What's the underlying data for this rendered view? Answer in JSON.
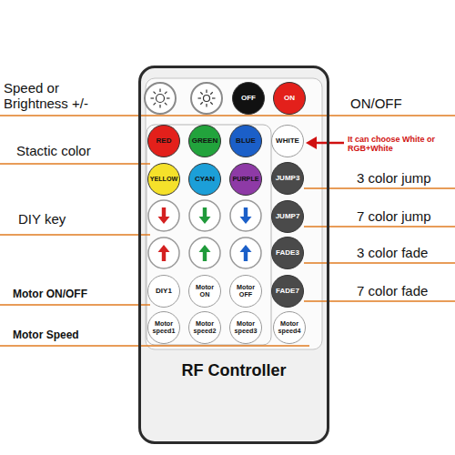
{
  "diagram": {
    "nodes": [
      {
        "text": [
          "RF Controller"
        ]
      },
      {
        "text": [
          "OFF"
        ],
        "in": 0
      },
      {
        "text": [
          "ON"
        ],
        "in": 0
      },
      {
        "text": [
          "RED"
        ],
        "in": 0
      },
      {
        "text": [
          "GREEN"
        ],
        "in": 0
      },
      {
        "text": [
          "BLUE"
        ],
        "in": 0
      },
      {
        "text": [
          "WHITE"
        ],
        "in": 0
      },
      {
        "text": [
          "YELLOW"
        ],
        "in": 0
      },
      {
        "text": [
          "CYAN"
        ],
        "in": 0
      },
      {
        "text": [
          "PURPLE"
        ],
        "in": 0
      },
      {
        "text": [
          "JUMP3"
        ],
        "in": 0
      },
      {
        "text": [
          "JUMP7"
        ],
        "in": 0
      },
      {
        "text": [
          "FADE3"
        ],
        "in": 0
      },
      {
        "text": [
          "DIY1"
        ],
        "in": 0
      },
      {
        "text": [
          "Motor ON"
        ],
        "in": 0
      },
      {
        "text": [
          "Motor OFF"
        ],
        "in": 0
      },
      {
        "text": [
          "FADE7"
        ],
        "in": 0
      },
      {
        "text": [
          "Motor speed1"
        ],
        "in": 0
      },
      {
        "text": [
          "Motor speed2"
        ],
        "in": 0
      },
      {
        "text": [
          "Motor speed3"
        ],
        "in": 0
      },
      {
        "text": [
          "Motor speed4"
        ],
        "in": 0
      }
    ],
    "labels": [
      "Speed or Brightness +/-",
      "ON/OFF",
      "Stactic color",
      "It can choose White or RGB+White",
      "3 color jump",
      "DIY key",
      "7 color jump",
      "3 color fade",
      "Motor ON/OFF",
      "7 color fade",
      "Motor Speed"
    ]
  }
}
